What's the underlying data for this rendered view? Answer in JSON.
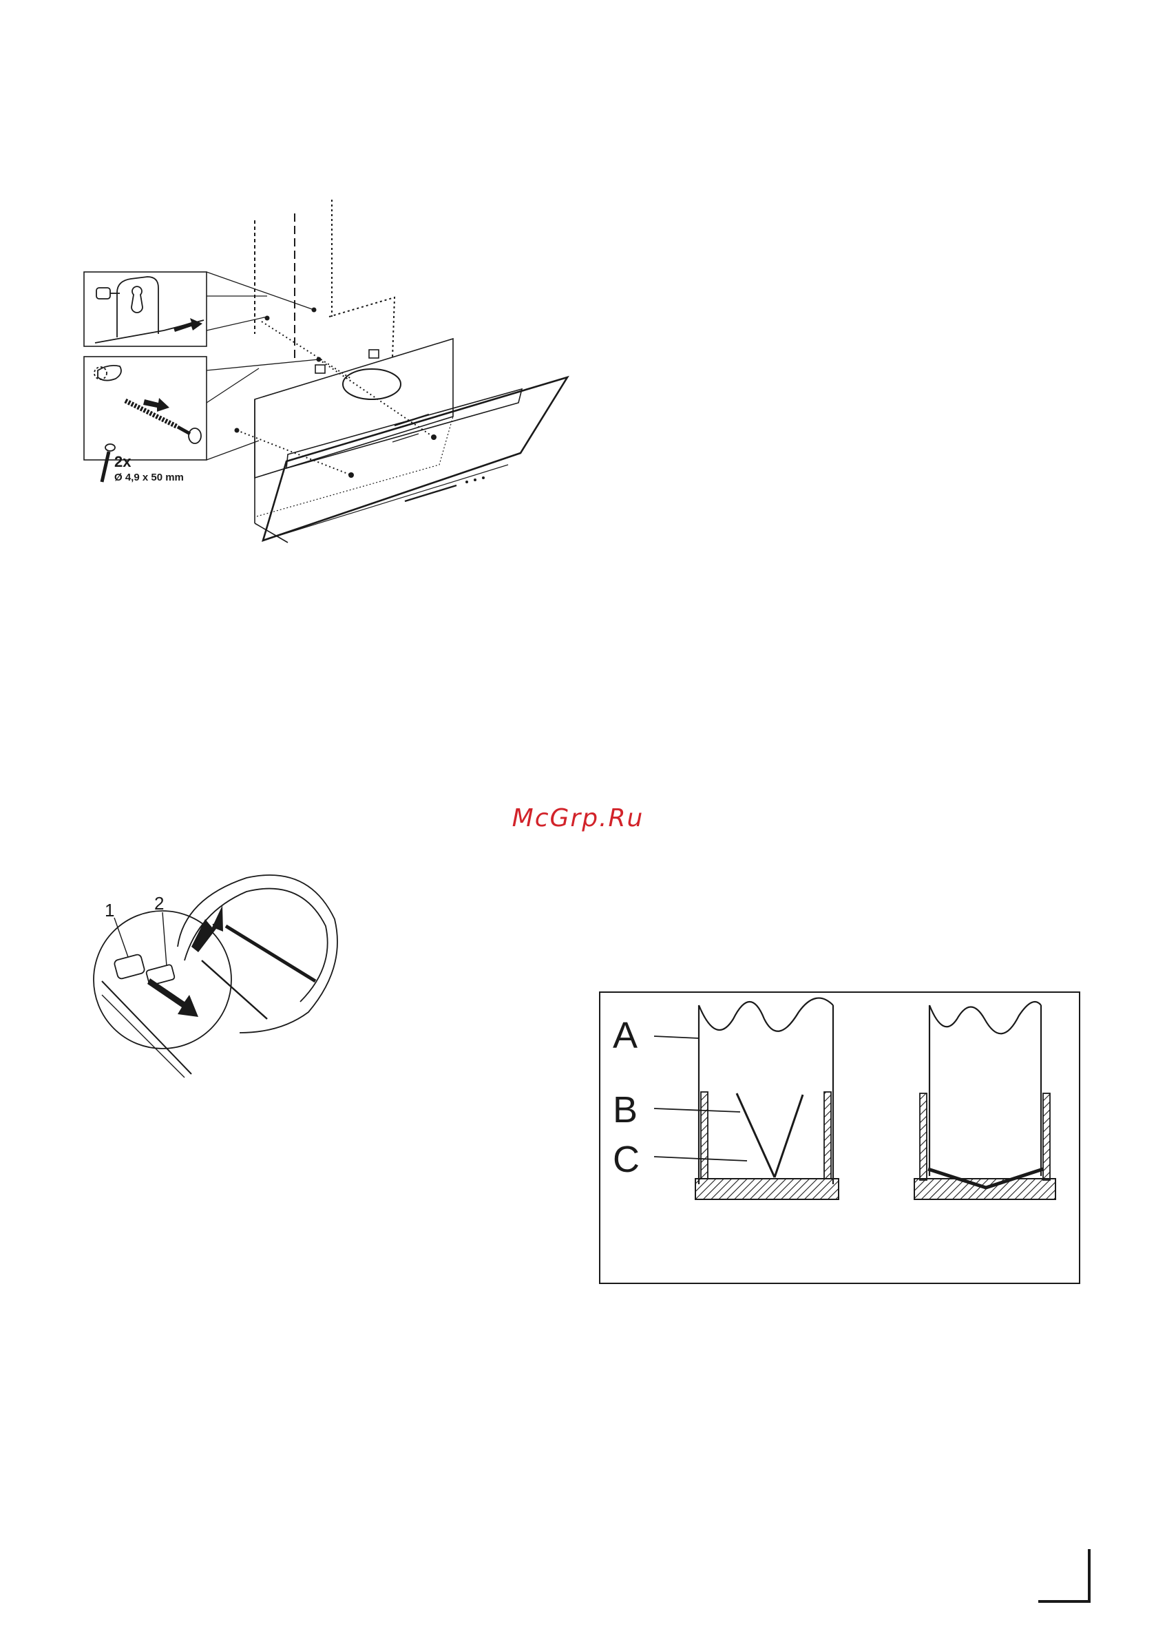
{
  "watermark": {
    "text": "McGrp.Ru",
    "color": "#d2232a"
  },
  "figure_mounting": {
    "screw_count": "2x",
    "screw_size": "Ø 4,9 x 50 mm",
    "icons": [
      "keyhole-screw-icon",
      "dowel-screw-icon",
      "range-hood-drawing"
    ]
  },
  "figure_fan": {
    "callout_1": "1",
    "callout_2": "2"
  },
  "figure_filter": {
    "label_a": "A",
    "label_b": "B",
    "label_c": "C"
  }
}
